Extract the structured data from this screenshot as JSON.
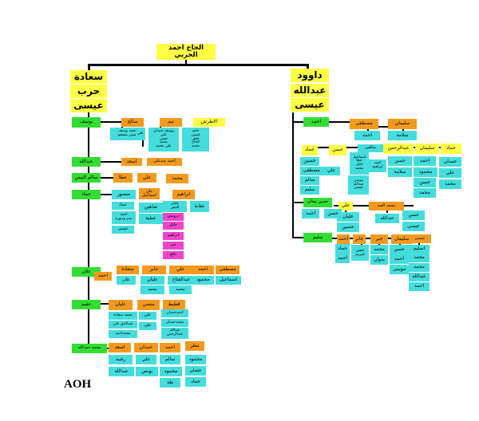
{
  "root": "الحاج احمد الحربي",
  "colors": {
    "yellow": "#ffff44",
    "orange": "#f39a1e",
    "green": "#33dd33",
    "cyan": "#44dddd",
    "magenta": "#ee44cc",
    "line": "#000000"
  },
  "boxes": [
    {
      "id": "root",
      "t": "الحاج احمد الحربي",
      "c": "yellow",
      "fs": 8.5,
      "b": 1
    },
    {
      "id": "l-saada",
      "t": "سعادة",
      "c": "yellow",
      "fs": 12,
      "b": 1
    },
    {
      "id": "l-harb",
      "t": "حرب",
      "c": "yellow",
      "fs": 12,
      "b": 1
    },
    {
      "id": "l-eisa",
      "t": "عيسى",
      "c": "yellow",
      "fs": 12,
      "b": 1
    },
    {
      "id": "r-dawood",
      "t": "داوود",
      "c": "yellow",
      "fs": 12,
      "b": 1
    },
    {
      "id": "r-abdullah",
      "t": "عبدالله",
      "c": "yellow",
      "fs": 12,
      "b": 1
    },
    {
      "id": "r-eisa",
      "t": "عيسى",
      "c": "yellow",
      "fs": 12,
      "b": 1
    },
    {
      "id": "g-yousef",
      "t": "يوسف",
      "c": "green",
      "fs": 6
    },
    {
      "id": "o-saleh",
      "t": "صالح",
      "c": "orange",
      "fs": 6
    },
    {
      "id": "o-tayam",
      "t": "تيم",
      "c": "orange",
      "fs": 6
    },
    {
      "id": "y-alatrash",
      "t": "الاطرش",
      "c": "yellow",
      "fs": 6
    },
    {
      "id": "c-mhd-yousef",
      "t": "محمد يوسف\nحسين مسعود",
      "c": "cyan",
      "fs": 4.5
    },
    {
      "id": "c-ali1",
      "t": "علي",
      "c": "cyan",
      "fs": 4.5
    },
    {
      "id": "c-yousef-hamdan",
      "t": "يوسف حمدان\nعلي\nحسن\nمحمد\nعلى محمد",
      "c": "cyan",
      "fs": 4.5
    },
    {
      "id": "c-hamed",
      "t": "حامد\nعيسى\nخليل\nالحاج\nمحمد",
      "c": "cyan",
      "fs": 4.5
    },
    {
      "id": "g-abdullah",
      "t": "عبدالله",
      "c": "green",
      "fs": 6
    },
    {
      "id": "o-asaad",
      "t": "اسعد",
      "c": "orange",
      "fs": 6
    },
    {
      "id": "o-ahmad-ali",
      "t": "احمد عبدعلي",
      "c": "orange",
      "fs": 5
    },
    {
      "id": "g-salem",
      "t": "سالم النيص",
      "c": "green",
      "fs": 6
    },
    {
      "id": "o-ataa",
      "t": "عطا",
      "c": "orange",
      "fs": 6
    },
    {
      "id": "o-ali2",
      "t": "علي",
      "c": "orange",
      "fs": 6
    },
    {
      "id": "o-mhd1",
      "t": "محمد",
      "c": "orange",
      "fs": 6
    },
    {
      "id": "g-hammad",
      "t": "حماد",
      "c": "green",
      "fs": 6
    },
    {
      "id": "c-mansour",
      "t": "منصور",
      "c": "cyan",
      "fs": 6
    },
    {
      "id": "o-ali-ismail",
      "t": "علي\nاسماعيل",
      "c": "orange",
      "fs": 5
    },
    {
      "id": "o-ibrahim",
      "t": "ابراهيم",
      "c": "orange",
      "fs": 6
    },
    {
      "id": "c-hammad2",
      "t": "حماد",
      "c": "cyan",
      "fs": 5
    },
    {
      "id": "c-ahmad-nasr",
      "t": "احمد\nنصر ودبورة",
      "c": "cyan",
      "fs": 4.5
    },
    {
      "id": "c-eisa1",
      "t": "عيسى",
      "c": "cyan",
      "fs": 5
    },
    {
      "id": "c-shaheen",
      "t": "شاهين",
      "c": "cyan",
      "fs": 6
    },
    {
      "id": "c-ateya",
      "t": "عطية",
      "c": "cyan",
      "fs": 6
    },
    {
      "id": "c-alayan",
      "t": "عليان\nالنيص",
      "c": "cyan",
      "fs": 4.5
    },
    {
      "id": "c-akaba",
      "t": "عقابة",
      "c": "cyan",
      "fs": 6
    },
    {
      "id": "m-darwish",
      "t": "درويش",
      "c": "magenta",
      "fs": 5
    },
    {
      "id": "m-khalil",
      "t": "خليل",
      "c": "magenta",
      "fs": 5
    },
    {
      "id": "m-ibrahim",
      "t": "ابراهيم",
      "c": "magenta",
      "fs": 5
    },
    {
      "id": "m-jabr",
      "t": "جبر",
      "c": "magenta",
      "fs": 5
    },
    {
      "id": "m-nafe",
      "t": "نافع",
      "c": "magenta",
      "fs": 5
    },
    {
      "id": "g-alan",
      "t": "علان",
      "c": "green",
      "fs": 6
    },
    {
      "id": "o-ahmad1",
      "t": "احمد",
      "c": "orange",
      "fs": 6
    },
    {
      "id": "o-saada",
      "t": "سعادة",
      "c": "orange",
      "fs": 6
    },
    {
      "id": "o-jaber",
      "t": "جابر",
      "c": "orange",
      "fs": 6
    },
    {
      "id": "o-ali3",
      "t": "علي",
      "c": "orange",
      "fs": 6
    },
    {
      "id": "o-ahmad2",
      "t": "احمد",
      "c": "orange",
      "fs": 6
    },
    {
      "id": "o-mustafa",
      "t": "مصطفى",
      "c": "orange",
      "fs": 6
    },
    {
      "id": "c-alan2",
      "t": "علان",
      "c": "cyan",
      "fs": 5
    },
    {
      "id": "c-alayan2",
      "t": "عليان",
      "c": "cyan",
      "fs": 6
    },
    {
      "id": "c-abdulfattah",
      "t": "عبدالفتاح",
      "c": "cyan",
      "fs": 6
    },
    {
      "id": "c-mahmoud1",
      "t": "محمود",
      "c": "cyan",
      "fs": 6
    },
    {
      "id": "c-ismail",
      "t": "اسماعيل",
      "c": "cyan",
      "fs": 6
    },
    {
      "id": "c-mhd2",
      "t": "محمد",
      "c": "cyan",
      "fs": 5
    },
    {
      "id": "c-mhd3",
      "t": "محمد",
      "c": "cyan",
      "fs": 5
    },
    {
      "id": "g-aqeem",
      "t": "عقيم",
      "c": "green",
      "fs": 6
    },
    {
      "id": "o-alayan3",
      "t": "عليان",
      "c": "orange",
      "fs": 6
    },
    {
      "id": "o-menssi",
      "t": "منسي",
      "c": "orange",
      "fs": 6
    },
    {
      "id": "o-qatit",
      "t": "قطيط",
      "c": "orange",
      "fs": 6
    },
    {
      "id": "c-mhd-saada",
      "t": "محمد سعادة",
      "c": "cyan",
      "fs": 4.5
    },
    {
      "id": "c-abdulhaq",
      "t": "عبدالحق علي",
      "c": "cyan",
      "fs": 4.5
    },
    {
      "id": "c-mhd-ahmad",
      "t": "محمداحمد",
      "c": "cyan",
      "fs": 4.5
    },
    {
      "id": "c-ali4",
      "t": "علي",
      "c": "cyan",
      "fs": 5
    },
    {
      "id": "c-ali5",
      "t": "علي",
      "c": "cyan",
      "fs": 5
    },
    {
      "id": "c-ahmad-hamdan",
      "t": "احمدحمدان",
      "c": "cyan",
      "fs": 4.5
    },
    {
      "id": "c-mhd-hamdan",
      "t": "محمدحمدان",
      "c": "cyan",
      "fs": 4.5
    },
    {
      "id": "c-abdullah-hamdan",
      "t": "عبدالله\nعبدالرحمن",
      "c": "cyan",
      "fs": 4.5
    },
    {
      "id": "g-mhd-hamdallah",
      "t": "محمد حمدالله",
      "c": "green",
      "fs": 5
    },
    {
      "id": "o-asaad2",
      "t": "اسعد",
      "c": "orange",
      "fs": 6
    },
    {
      "id": "o-hamdan",
      "t": "حمدان",
      "c": "orange",
      "fs": 6
    },
    {
      "id": "o-ahmad3",
      "t": "احمد",
      "c": "orange",
      "fs": 6
    },
    {
      "id": "o-mutar",
      "t": "مطر",
      "c": "orange",
      "fs": 6
    },
    {
      "id": "c-rashid",
      "t": "رشيد",
      "c": "cyan",
      "fs": 6
    },
    {
      "id": "c-abdullah2",
      "t": "عبدالله",
      "c": "cyan",
      "fs": 6
    },
    {
      "id": "c-ali6",
      "t": "علي",
      "c": "cyan",
      "fs": 6
    },
    {
      "id": "c-younes",
      "t": "يونس",
      "c": "cyan",
      "fs": 6
    },
    {
      "id": "c-salem2",
      "t": "سالم",
      "c": "cyan",
      "fs": 6
    },
    {
      "id": "c-mahmoud2",
      "t": "محمود",
      "c": "cyan",
      "fs": 6
    },
    {
      "id": "c-taha",
      "t": "طه",
      "c": "cyan",
      "fs": 6
    },
    {
      "id": "c-mahmoud3",
      "t": "محمود",
      "c": "cyan",
      "fs": 6
    },
    {
      "id": "c-othman",
      "t": "عثمان",
      "c": "cyan",
      "fs": 6
    },
    {
      "id": "c-hammad3",
      "t": "حماد",
      "c": "cyan",
      "fs": 6
    },
    {
      "id": "g-ahmad",
      "t": "احمد",
      "c": "green",
      "fs": 6
    },
    {
      "id": "o-mustafa2",
      "t": "مصطفى",
      "c": "orange",
      "fs": 6
    },
    {
      "id": "o-suleiman",
      "t": "سليمان",
      "c": "orange",
      "fs": 6
    },
    {
      "id": "c-ahmad4",
      "t": "احمد",
      "c": "cyan",
      "fs": 6
    },
    {
      "id": "c-salama",
      "t": "سلامة",
      "c": "cyan",
      "fs": 6
    },
    {
      "id": "c-shaheen2",
      "t": "شاهين",
      "c": "cyan",
      "fs": 5
    },
    {
      "id": "c-ismail-ata",
      "t": "اسماعيل\nعطا\nخليل\nمحمد",
      "c": "cyan",
      "fs": 4.5
    },
    {
      "id": "c-ahmad-ibrahim",
      "t": "احمد\nابراهيم",
      "c": "cyan",
      "fs": 4.5
    },
    {
      "id": "c-mousa",
      "t": "موسى\nعبدالله\nعيسى",
      "c": "cyan",
      "fs": 4.5
    },
    {
      "id": "y-hammad",
      "t": "حماد",
      "c": "yellow",
      "fs": 6
    },
    {
      "id": "y-hassan",
      "t": "حسن",
      "c": "yellow",
      "fs": 6
    },
    {
      "id": "y-abdulrahman",
      "t": "عبدالرحمن",
      "c": "yellow",
      "fs": 6
    },
    {
      "id": "y-suleiman",
      "t": "سليمان",
      "c": "yellow",
      "fs": 6
    },
    {
      "id": "y-hammad2",
      "t": "حماد",
      "c": "yellow",
      "fs": 6
    },
    {
      "id": "c-hussein",
      "t": "حسين",
      "c": "cyan",
      "fs": 6
    },
    {
      "id": "c-mustafa",
      "t": "مصطفى",
      "c": "cyan",
      "fs": 6
    },
    {
      "id": "c-salem3",
      "t": "سالم",
      "c": "cyan",
      "fs": 6
    },
    {
      "id": "c-ali7",
      "t": "علي",
      "c": "cyan",
      "fs": 6
    },
    {
      "id": "c-saleem",
      "t": "سليم",
      "c": "cyan",
      "fs": 6
    },
    {
      "id": "c-hassan2",
      "t": "حسن",
      "c": "cyan",
      "fs": 6
    },
    {
      "id": "c-salama2",
      "t": "سلامة",
      "c": "cyan",
      "fs": 6
    },
    {
      "id": "c-ahmad5",
      "t": "احمد",
      "c": "cyan",
      "fs": 6
    },
    {
      "id": "c-mahmoud4",
      "t": "محمود",
      "c": "cyan",
      "fs": 6
    },
    {
      "id": "c-hassan3",
      "t": "حسن",
      "c": "cyan",
      "fs": 6
    },
    {
      "id": "c-mhd4",
      "t": "محمد",
      "c": "cyan",
      "fs": 6
    },
    {
      "id": "c-hamdan2",
      "t": "حمدان",
      "c": "cyan",
      "fs": 6
    },
    {
      "id": "c-ali8",
      "t": "علي",
      "c": "cyan",
      "fs": 6
    },
    {
      "id": "c-mhd5",
      "t": "محمد",
      "c": "cyan",
      "fs": 6
    },
    {
      "id": "g-hussein-maali",
      "t": "حسين معالي",
      "c": "green",
      "fs": 5
    },
    {
      "id": "y-ali",
      "t": "علي",
      "c": "yellow",
      "fs": 6
    },
    {
      "id": "o-mhd-abed",
      "t": "محمد العبد",
      "c": "orange",
      "fs": 5
    },
    {
      "id": "c-alayan4",
      "t": "عليان",
      "c": "cyan",
      "fs": 6
    },
    {
      "id": "c-hussein2",
      "t": "حسين",
      "c": "cyan",
      "fs": 6
    },
    {
      "id": "c-ahmad6",
      "t": "احمد",
      "c": "cyan",
      "fs": 6
    },
    {
      "id": "c-hassan4",
      "t": "حسن",
      "c": "cyan",
      "fs": 6
    },
    {
      "id": "c-hassan5",
      "t": "حسن",
      "c": "cyan",
      "fs": 6
    },
    {
      "id": "c-abdullah3",
      "t": "عبدالله",
      "c": "cyan",
      "fs": 6
    },
    {
      "id": "c-eisa2",
      "t": "عيسى",
      "c": "cyan",
      "fs": 6
    },
    {
      "id": "g-saleem",
      "t": "سليم",
      "c": "green",
      "fs": 6
    },
    {
      "id": "o-ahmad7",
      "t": "احمد",
      "c": "orange",
      "fs": 6
    },
    {
      "id": "o-jaber2",
      "t": "جابر",
      "c": "orange",
      "fs": 6
    },
    {
      "id": "o-jabr",
      "t": "جبر",
      "c": "orange",
      "fs": 6
    },
    {
      "id": "o-suleiman2",
      "t": "سليمان",
      "c": "orange",
      "fs": 6
    },
    {
      "id": "o-eisa",
      "t": "عيسى",
      "c": "orange",
      "fs": 5
    },
    {
      "id": "c-hammad4",
      "t": "حماد",
      "c": "cyan",
      "fs": 6
    },
    {
      "id": "c-ahmad8",
      "t": "احمد",
      "c": "cyan",
      "fs": 6
    },
    {
      "id": "c-hassan-shreim",
      "t": "حسن\nشريم",
      "c": "cyan",
      "fs": 5
    },
    {
      "id": "c-mhd6",
      "t": "محمد",
      "c": "cyan",
      "fs": 6
    },
    {
      "id": "c-badwan",
      "t": "بدوان",
      "c": "cyan",
      "fs": 6
    },
    {
      "id": "c-hassan6",
      "t": "حسن",
      "c": "cyan",
      "fs": 6
    },
    {
      "id": "c-ahmad9",
      "t": "احمد",
      "c": "cyan",
      "fs": 6
    },
    {
      "id": "c-mousa2",
      "t": "موسى",
      "c": "cyan",
      "fs": 6
    },
    {
      "id": "c-esleem",
      "t": "اسليم",
      "c": "cyan",
      "fs": 6
    },
    {
      "id": "c-mhd7",
      "t": "محمد",
      "c": "cyan",
      "fs": 6
    },
    {
      "id": "c-mhd8",
      "t": "محمد",
      "c": "cyan",
      "fs": 6
    },
    {
      "id": "c-abdullah4",
      "t": "عبدالله",
      "c": "cyan",
      "fs": 6
    },
    {
      "id": "c-ahmad10",
      "t": "احمد",
      "c": "cyan",
      "fs": 6
    }
  ],
  "signature": "AOH"
}
